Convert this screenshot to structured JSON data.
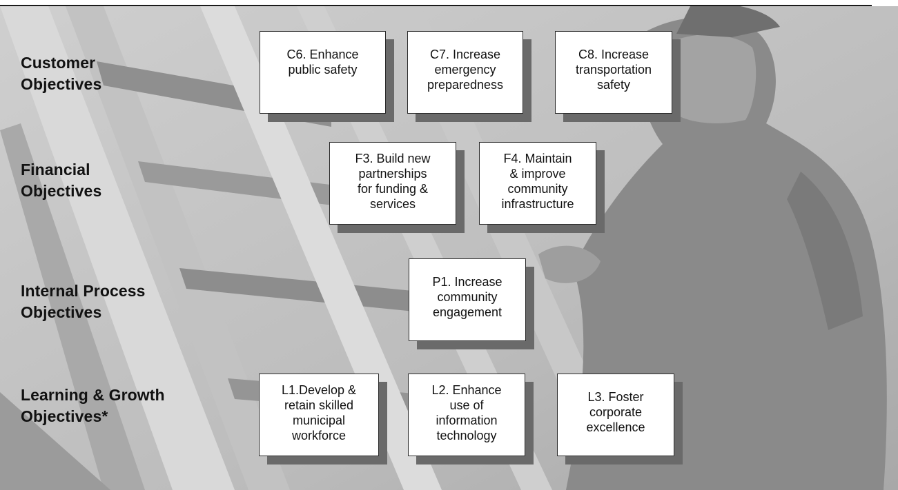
{
  "rows": [
    {
      "id": "customer",
      "lines": [
        "Customer",
        "Objectives"
      ]
    },
    {
      "id": "financial",
      "lines": [
        "Financial",
        "Objectives"
      ]
    },
    {
      "id": "internal",
      "lines": [
        "Internal Process",
        "Objectives"
      ]
    },
    {
      "id": "learning",
      "lines": [
        "Learning & Growth",
        "Objectives*"
      ]
    }
  ],
  "objectives": {
    "c6": "C6. Enhance\npublic safety",
    "c7": "C7. Increase\nemergency\npreparedness",
    "c8": "C8. Increase\ntransportation\nsafety",
    "f3": "F3. Build new\npartnerships\nfor funding &\nservices",
    "f4": "F4. Maintain\n& improve\ncommunity\ninfrastructure",
    "p1": "P1. Increase\ncommunity\nengagement",
    "l1": "L1.Develop &\nretain skilled\nmunicipal\nworkforce",
    "l2": "L2. Enhance\nuse of\ninformation\ntechnology",
    "l3": "L3. Foster\ncorporate\nexcellence"
  },
  "colors": {
    "background_photo_tone": "#b4b4b4",
    "box_fill": "#ffffff",
    "box_shadow": "#6a6a6a",
    "text": "#111111"
  },
  "background_image": "grayscale photo of firefighter climbing a ladder"
}
